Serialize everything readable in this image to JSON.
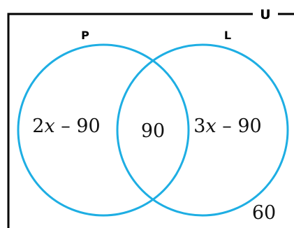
{
  "universe": {
    "label": "U"
  },
  "sets": {
    "p": {
      "label": "P",
      "only_left": "2",
      "only_var": "x",
      "only_rest": " – 90"
    },
    "l": {
      "label": "L",
      "only_left": "3",
      "only_var": "x",
      "only_rest": " – 90"
    }
  },
  "regions": {
    "intersection": "90",
    "outside": "60"
  },
  "colors": {
    "circle": "#1eaee3",
    "frame": "#000000"
  }
}
